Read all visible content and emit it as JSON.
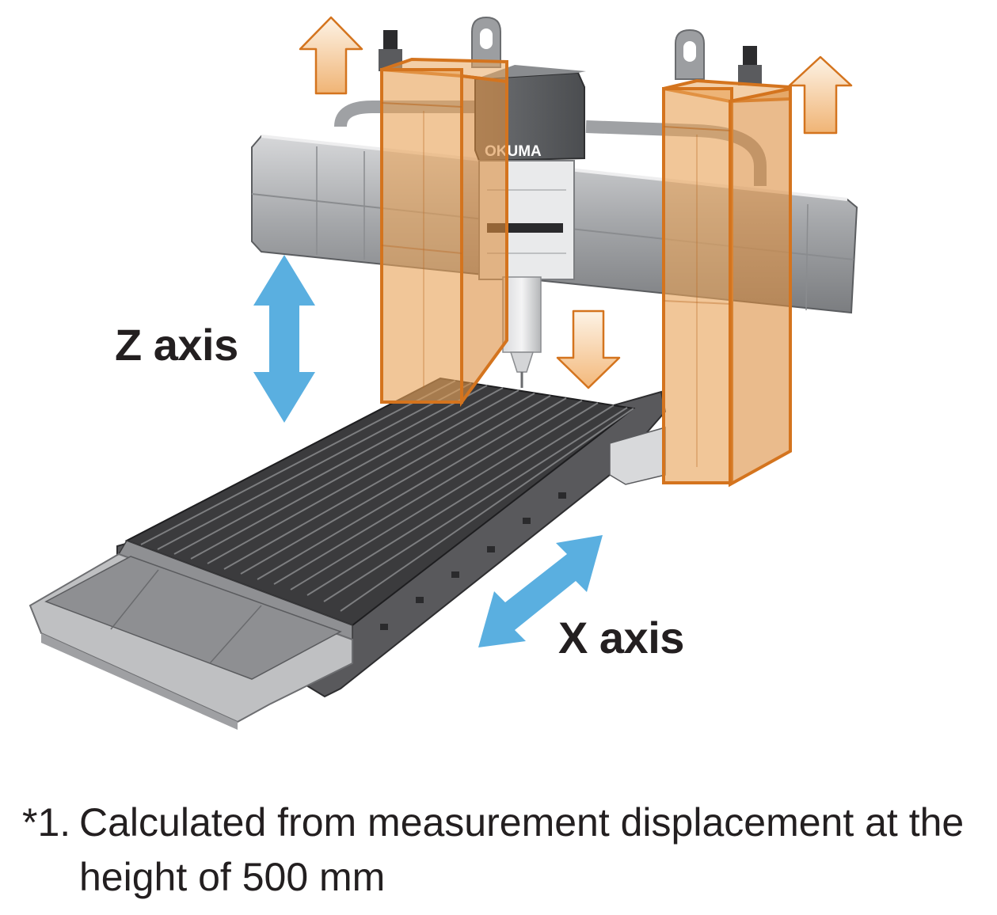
{
  "diagram": {
    "brand": "OKUMA",
    "axes": {
      "z_label": "Z axis",
      "x_label": "X axis"
    },
    "colors": {
      "axis_arrow": "#5aafe0",
      "highlight_box": "#d4741e",
      "highlight_fill": "#eaa860",
      "thermal_arrow_top": "#fdf3e6",
      "thermal_arrow_bottom": "#f0b475",
      "table_surface": "#3b3b3d",
      "machine_gray": "#a9abad"
    },
    "icons": {
      "z_axis_arrow": "double-vertical-arrow",
      "x_axis_arrow": "double-diagonal-arrow",
      "thermal_up_arrow": "up-arrow",
      "thermal_down_arrow": "down-arrow"
    }
  },
  "footnote": {
    "marker": "*1.",
    "text": "Calculated from measurement displacement at the height of 500 mm"
  }
}
